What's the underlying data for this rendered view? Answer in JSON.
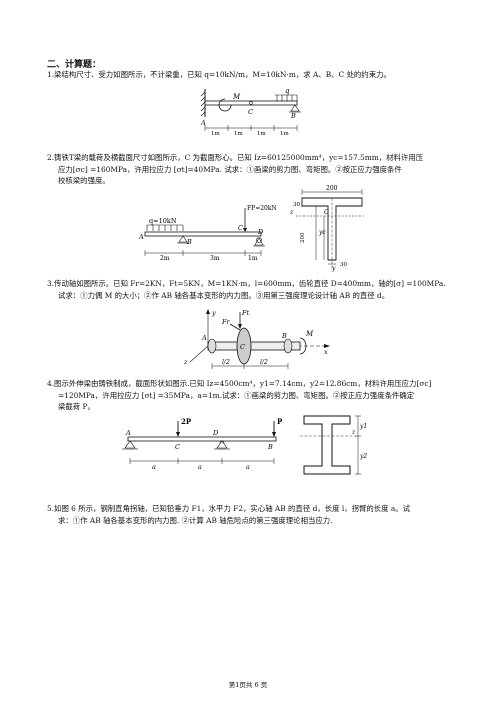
{
  "section_title": "二、计算题：",
  "questions": [
    {
      "line1": "1.梁结构尺寸、受力如图所示，不计梁重，已知 q=10kN/m，M=10kN·m，求 A、B、C 处的约束力。"
    },
    {
      "line1": "2.铸铁T梁的载荷及横截面尺寸如图所示，C 为截面形心。已知 Iz=60125000mm⁴，yc=157.5mm，材料许用压",
      "line2": "应力[σc] =160MPa，许用拉应力 [σt]=40MPa. 试求：①画梁的剪力图、弯矩图。②按正应力强度条件",
      "line3": "校核梁的强度。"
    },
    {
      "line1": "3.传动轴如图所示。已知 Fr=2KN，Ft=5KN，M=1KN·m，l=600mm，齿轮直径 D=400mm，轴的[σ] =100MPa.",
      "line2": "试求：①力偶 M 的大小；②作 AB 轴各基本变形的内力图。③用第三强度理论设计轴 AB 的直径 d。"
    },
    {
      "line1": "4.图示外伸梁由铸铁制成，截面形状如图示.已知 Iz=4500cm⁴，y1=7.14cm，y2=12.86cm，材料许用压应力[σc]",
      "line2": "=120MPa，许用拉应力 [σt] =35MPa，a=1m.试求：①画梁的剪力图、弯矩图。②按正应力强度条件确定",
      "line3": "梁截荷 P。"
    },
    {
      "line1": "5.如图 6 所示，钢制直角拐轴，已知铅垂力 F1，水平力 F2，实心轴 AB 的直径 d，长度 l，拐臂的长度 a。试",
      "line2": "求：①作 AB 轴各基本变形的内力图. ②计算 AB 轴危险点的第三强度理论相当应力."
    }
  ],
  "fig1": {
    "M": "M",
    "q": "q",
    "A": "A",
    "C": "C",
    "B": "B",
    "d1": "1m",
    "d2": "1m",
    "d3": "1m",
    "d4": "1m"
  },
  "fig2": {
    "q": "q=10kN",
    "Fp": "FP=20kN",
    "A": "A",
    "B": "B",
    "C": "C",
    "D": "D",
    "len1": "2m",
    "len2": "3m",
    "len3": "1m",
    "w": "200",
    "h": "200",
    "t1": "30",
    "t2": "30",
    "yc": "yc",
    "y": "y",
    "z": "z",
    "Cs": "C"
  },
  "fig3": {
    "y": "y",
    "Ft": "Ft",
    "Fr": "Fr",
    "M": "M",
    "A": "A",
    "B": "B",
    "C": "C",
    "x": "x",
    "z": "z",
    "l1": "l/2",
    "l2": "l/2"
  },
  "fig4": {
    "P2": "2P",
    "P": "P",
    "A": "A",
    "C": "C",
    "D": "D",
    "B": "B",
    "a1": "a",
    "a2": "a",
    "a3": "a",
    "y1": "y1",
    "y2": "y2",
    "z": "z"
  },
  "footer": "第1页共 6 页"
}
